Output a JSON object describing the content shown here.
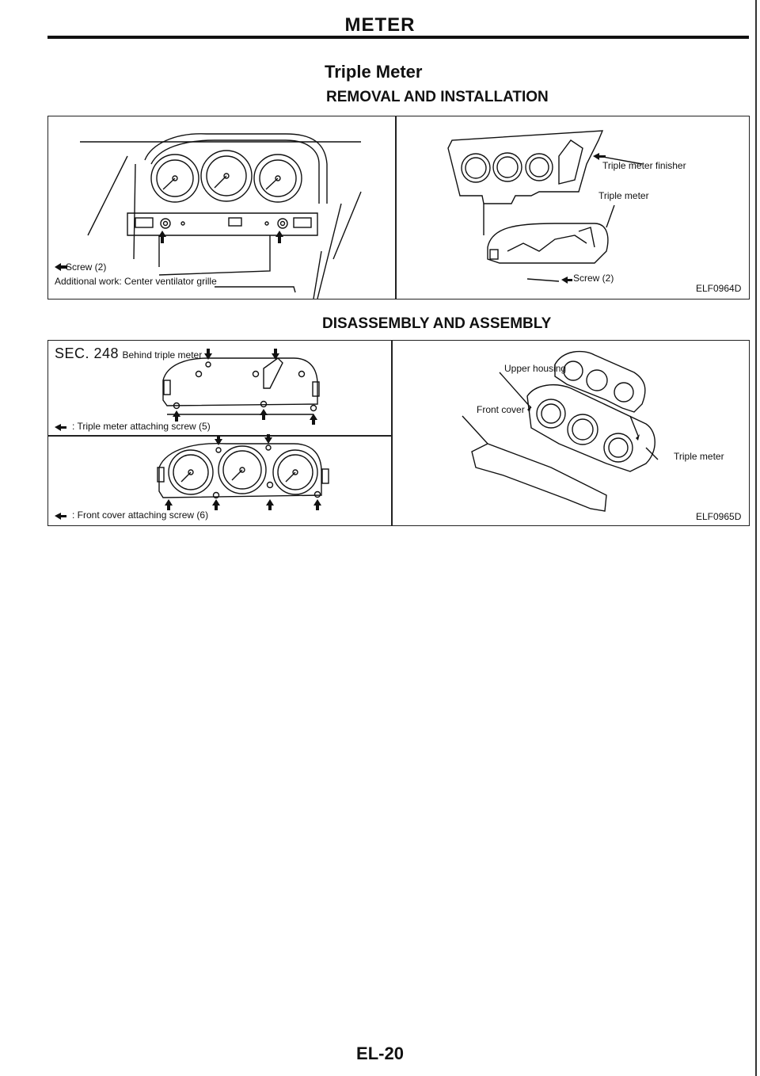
{
  "header": {
    "title": "METER"
  },
  "section": {
    "title": "Triple Meter",
    "removal_heading": "REMOVAL AND INSTALLATION",
    "disassembly_heading": "DISASSEMBLY AND ASSEMBLY"
  },
  "removal": {
    "left": {
      "screw_label": "Screw (2)",
      "additional_label": "Additional work: Center ventilator grille"
    },
    "right": {
      "finisher_label": "Triple meter finisher",
      "meter_label": "Triple meter",
      "screw_label": "Screw (2)",
      "figure_code": "ELF0964D"
    }
  },
  "disassembly": {
    "top_left": {
      "sec_label": "SEC. 248",
      "behind_label": "Behind triple meter",
      "screw_label": ": Triple meter attaching screw (5)"
    },
    "bottom_left": {
      "screw_label": ": Front cover attaching screw (6)"
    },
    "right": {
      "upper_housing_label": "Upper housing",
      "front_cover_label": "Front cover",
      "meter_label": "Triple meter",
      "figure_code": "ELF0965D"
    }
  },
  "footer": {
    "page_number": "EL-20"
  }
}
